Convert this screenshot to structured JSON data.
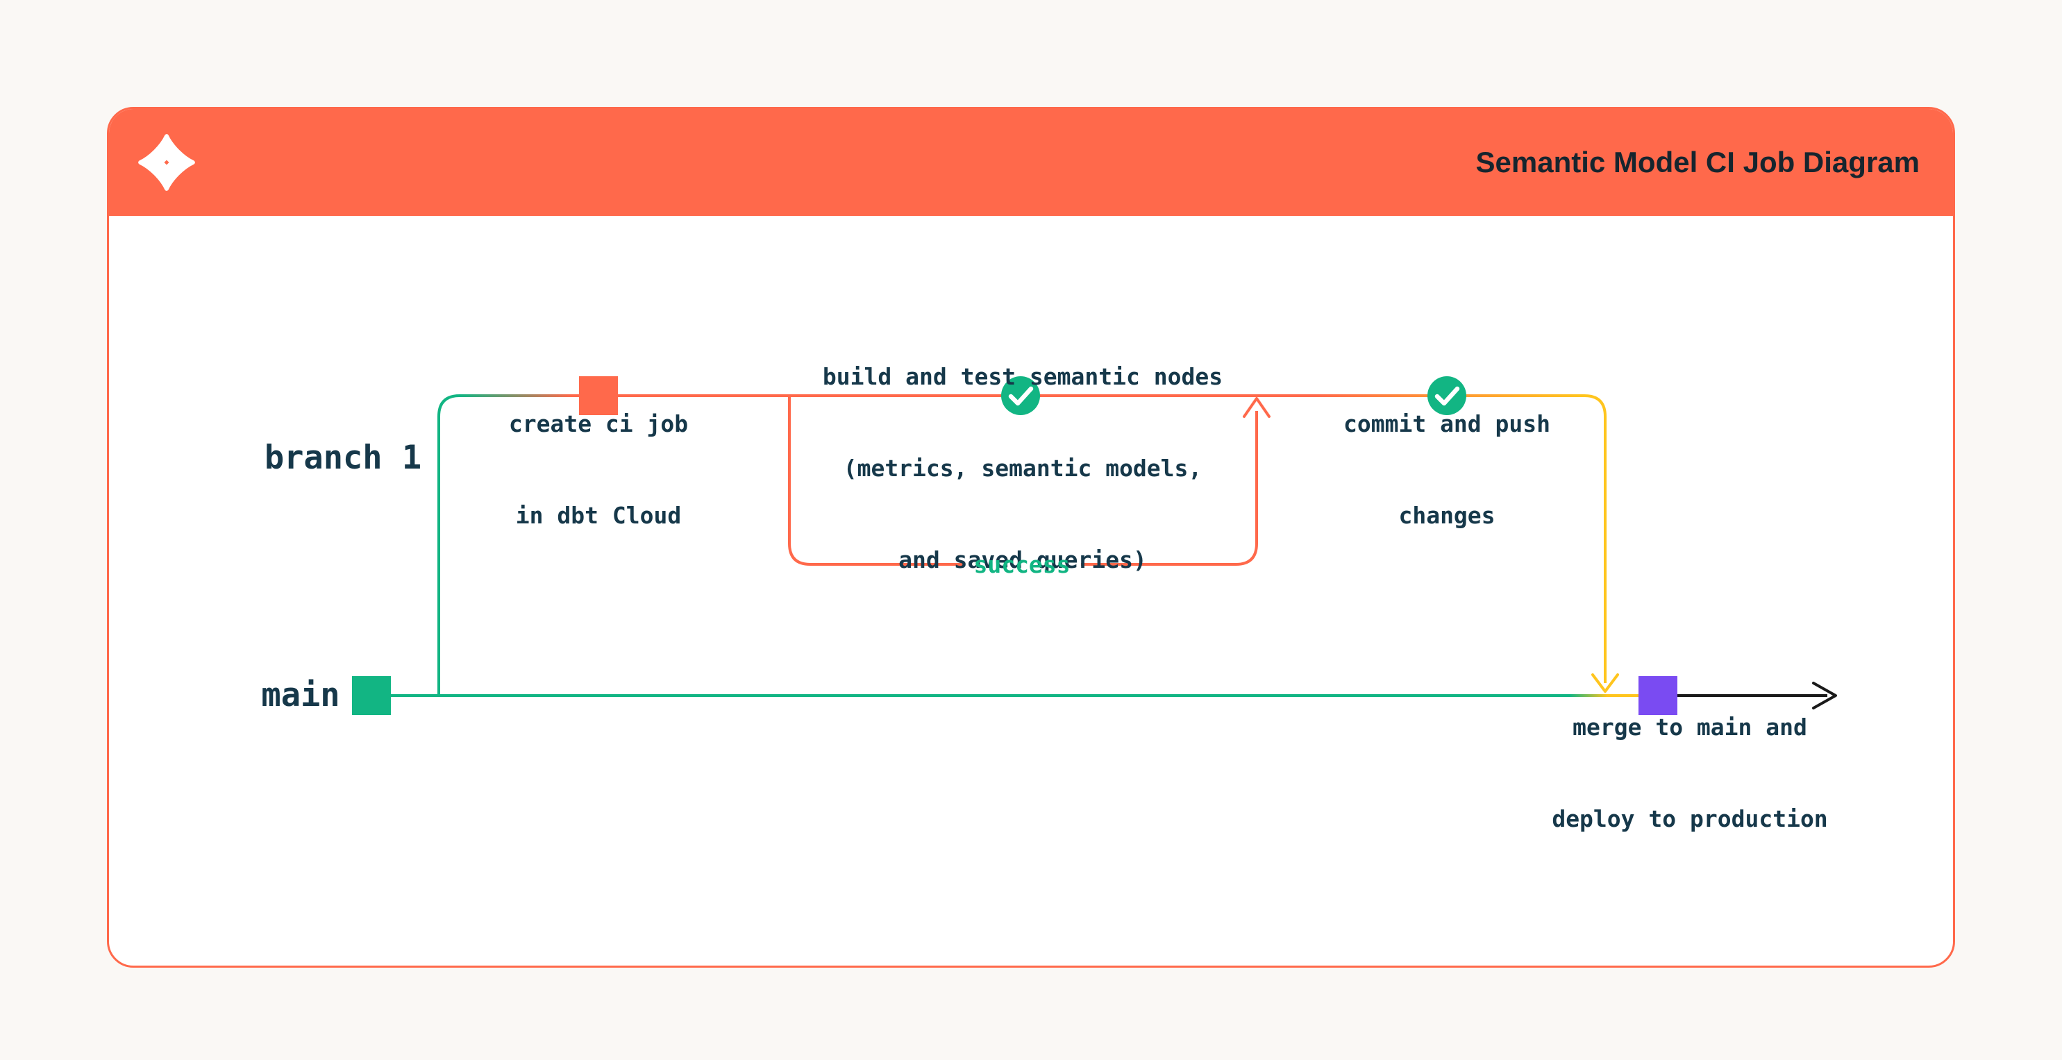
{
  "header": {
    "title": "Semantic Model CI Job Diagram",
    "logo_icon": "dbt-logo"
  },
  "colors": {
    "orange": "#FF694B",
    "green": "#12B583",
    "yellow": "#FFC51E",
    "purple": "#7A4BF2",
    "ink": "#16384A",
    "black": "#1A1A1A",
    "header_bg": "#FF694B",
    "page_bg": "#FAF8F5",
    "card_bg": "#FFFFFF",
    "title": "#16252E"
  },
  "diagram": {
    "branch_label": "branch 1",
    "main_label": "main",
    "success_label": "success",
    "create_node": {
      "lines": [
        "create ci job",
        "in dbt Cloud"
      ]
    },
    "build_node": {
      "lines": [
        "build and test semantic nodes",
        "(metrics, semantic models,",
        "and saved queries)"
      ]
    },
    "commit_node": {
      "lines": [
        "commit and push",
        "changes"
      ]
    },
    "merge_node": {
      "lines": [
        "merge to main and",
        "deploy to production"
      ]
    }
  }
}
